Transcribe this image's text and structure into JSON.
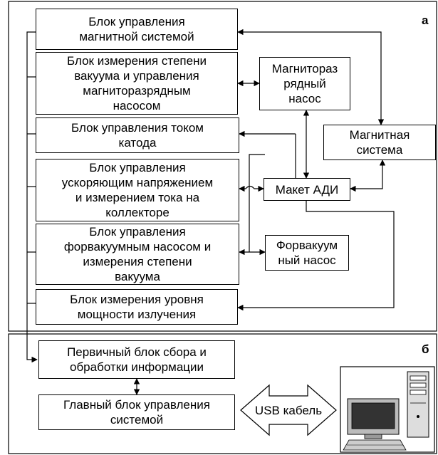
{
  "panels": {
    "a_label": "а",
    "b_label": "б"
  },
  "blocks": {
    "magnet_ctrl": "Блок управления\nмагнитной системой",
    "vacuum_meas": "Блок измерения степени\nвакуума и управления\nмагниторазрядным\nнасосом",
    "cathode_ctrl": "Блок управления током\nкатода",
    "accel_ctrl": "Блок управления\nускоряющим напряжением\nи измерением тока на\nколлекторе",
    "forevac_ctrl": "Блок управления\nфорвакуумным насосом и\nизмерения степени\nвакуума",
    "power_meas": "Блок измерения уровня\nмощности излучения",
    "mag_pump": "Магнитораз\nрядный\nнасос",
    "mag_system": "Магнитная\nсистема",
    "adi_model": "Макет АДИ",
    "forevac_pump": "Форвакуум\nный насос",
    "primary_unit": "Первичный блок сбора и\nобработки информации",
    "main_unit": "Главный блок управления\nсистемой"
  },
  "usb_cable": "USB кабель",
  "icons": {
    "computer": "computer-icon"
  }
}
